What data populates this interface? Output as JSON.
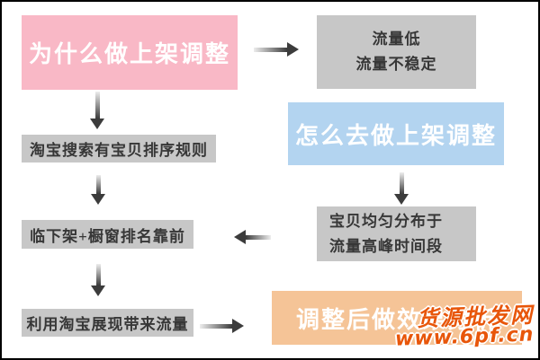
{
  "diagram": {
    "boxes": {
      "why": {
        "label": "为什么做上架调整"
      },
      "problem": {
        "lines": [
          "流量低",
          "流量不稳定"
        ]
      },
      "how": {
        "label": "怎么去做上架调整"
      },
      "rule": {
        "label": "淘宝搜索有宝贝排序规则"
      },
      "rank": {
        "label": "临下架+橱窗排名靠前"
      },
      "distribute": {
        "lines": [
          "宝贝均匀分布于",
          "流量高峰时间段"
        ]
      },
      "traffic": {
        "label": "利用淘宝展现带来流量"
      },
      "analysis": {
        "label": "调整后做效果分析"
      }
    },
    "colors": {
      "pink": "#f9b8c6",
      "blue": "#b3d4f0",
      "gray": "#c7c7c7",
      "orange": "#f5c497",
      "arrow_dark": "#3c3c3c",
      "watermark": "#e8560a"
    }
  },
  "watermark": {
    "site_name": "货源批发网",
    "site_url": "www.6pf.cn"
  }
}
